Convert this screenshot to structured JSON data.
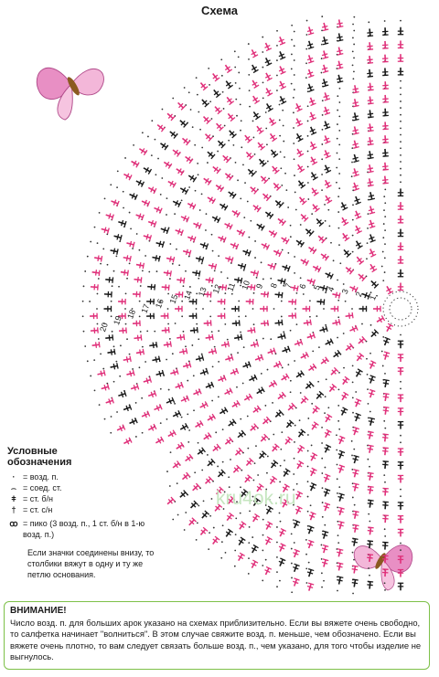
{
  "title": "Схема",
  "row_numbers": [
    "1",
    "2",
    "3",
    "4",
    "5",
    "6",
    "7",
    "8",
    "9",
    "10",
    "11",
    "12",
    "13",
    "14",
    "15",
    "16",
    "17",
    "18",
    "19",
    "20"
  ],
  "legend": {
    "heading_1": "Условные",
    "heading_2": "обозначения",
    "items": [
      {
        "symbol": "·",
        "text": "= возд. п."
      },
      {
        "symbol": "⌢",
        "text": "= соед. ст."
      },
      {
        "symbol": "ǂ",
        "text": "= ст. б/н"
      },
      {
        "symbol": "†",
        "text": "= ст. с/н"
      },
      {
        "symbol": "ꝏ",
        "text": "= пико (3 возд. п., 1 ст. б/н в 1-ю возд. п.)"
      }
    ],
    "note": "Если значки соединены внизу, то столбики вяжут в одну и ту же петлю основания."
  },
  "watermark": "kru4ok.ru",
  "warning": {
    "heading": "ВНИМАНИЕ!",
    "text": "Число возд. п. для больших арок указано на схемах приблизительно. Если вы вяжете очень свободно, то салфетка начинает \"волниться\". В этом случае свяжите возд. п. меньше, чем обозначено. Если вы вяжете очень плотно, то вам следует связать больше возд. п., чем указано, для того чтобы изделие не выгнулось."
  },
  "colors": {
    "pink": "#e0307a",
    "black": "#1a1a1a",
    "frame": "#7dc048",
    "watermark": "#c6e6c0"
  }
}
